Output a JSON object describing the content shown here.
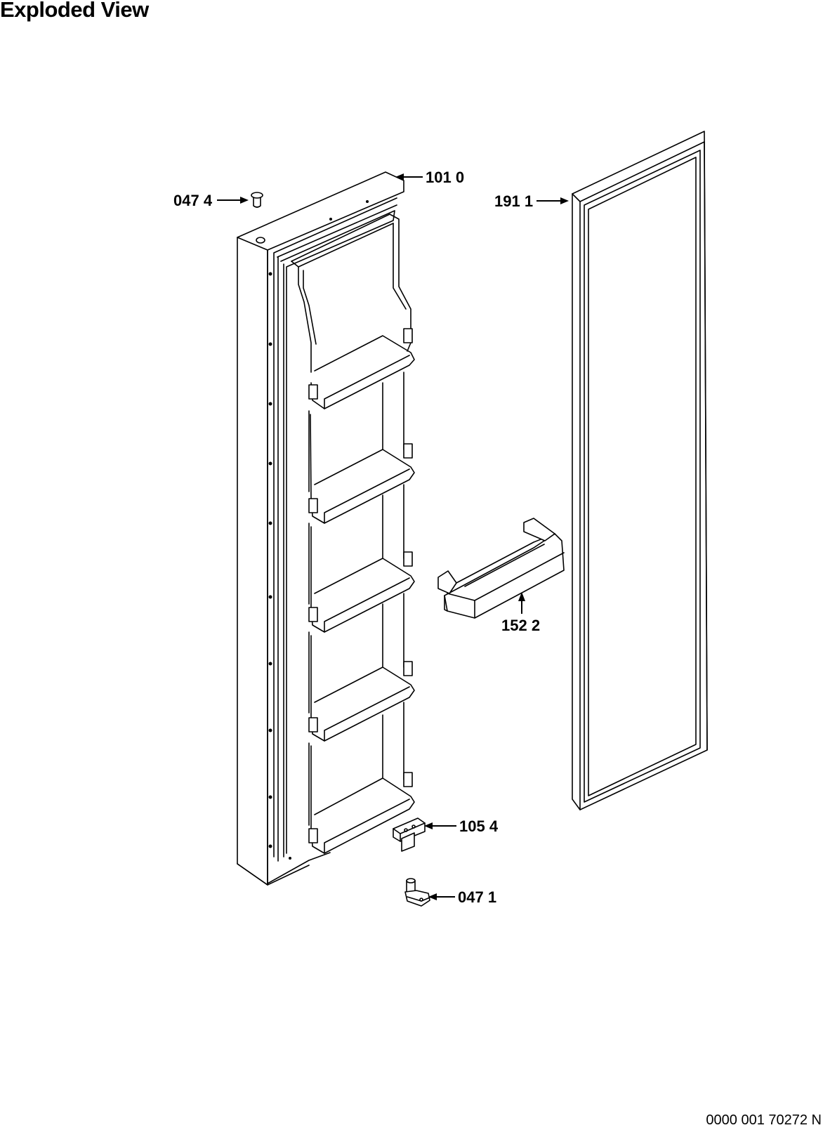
{
  "title": "Exploded View",
  "document_code": "0000 001 70272 N",
  "parts": [
    {
      "id": "p1010",
      "number": "101 0",
      "name": "door"
    },
    {
      "id": "p0474",
      "number": "047 4",
      "name": "top-pin"
    },
    {
      "id": "p1911",
      "number": "191 1",
      "name": "door-gasket"
    },
    {
      "id": "p1522",
      "number": "152 2",
      "name": "door-shelf"
    },
    {
      "id": "p1054",
      "number": "105 4",
      "name": "hinge-plate"
    },
    {
      "id": "p0471",
      "number": "047 1",
      "name": "bottom-hinge"
    }
  ]
}
